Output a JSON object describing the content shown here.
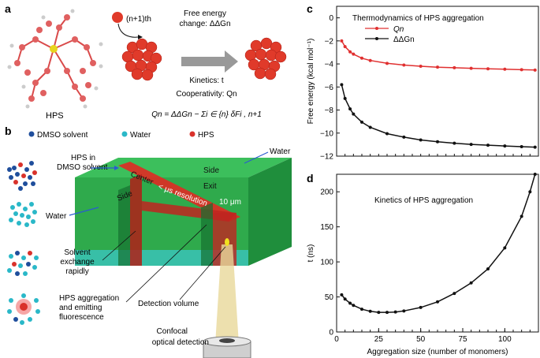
{
  "panels": {
    "a": {
      "letter": "a",
      "molecule_label": "HPS",
      "incoming_label": "(n+1)th",
      "free_energy_line1": "Free energy",
      "free_energy_line2": "change: ΔΔGn",
      "kinetics": "Kinetics: t",
      "cooperativity": "Cooperativity: Qn",
      "equation": "Qn = ΔΔGn − Σi ∈ {n} δFi , n+1"
    },
    "b": {
      "letter": "b",
      "legend": [
        {
          "label": "DMSO solvent",
          "color": "#1f4e9c"
        },
        {
          "label": "Water",
          "color": "#2ab8c8"
        },
        {
          "label": "HPS",
          "color": "#d9322b"
        }
      ],
      "labels": {
        "hps_in": "HPS in",
        "dmso_solvent": "DMSO solvent",
        "water_left": "Water",
        "water_top": "Water",
        "center": "Center",
        "side_top": "Side",
        "side_left": "Side",
        "exit": "Exit",
        "resolution": "< μs resolution",
        "width": "10 μm",
        "solvent_exchange": [
          "Solvent",
          "exchange",
          "rapidly"
        ],
        "aggregation": [
          "HPS aggregation",
          "and emitting",
          "fluorescence"
        ],
        "detection_volume": "Detection volume",
        "confocal": [
          "Confocal",
          "optical detection"
        ]
      }
    }
  },
  "chart_data": [
    {
      "type": "line",
      "panel": "c",
      "title": "Thermodynamics of HPS aggregation",
      "xlabel": "",
      "ylabel": "Free energy (kcal mol⁻¹)",
      "xlim": [
        0,
        120
      ],
      "ylim": [
        -12,
        1
      ],
      "yticks": [
        0,
        -2,
        -4,
        -6,
        -8,
        -10,
        -12
      ],
      "x": [
        3,
        5,
        8,
        10,
        15,
        20,
        30,
        40,
        50,
        60,
        70,
        80,
        90,
        100,
        110,
        118
      ],
      "series": [
        {
          "name": "Qn",
          "color": "#e03030",
          "values": [
            -2.0,
            -2.5,
            -2.95,
            -3.15,
            -3.5,
            -3.7,
            -3.95,
            -4.1,
            -4.2,
            -4.28,
            -4.33,
            -4.38,
            -4.42,
            -4.46,
            -4.5,
            -4.53
          ]
        },
        {
          "name": "ΔΔGn",
          "color": "#111111",
          "values": [
            -5.8,
            -7.0,
            -7.9,
            -8.35,
            -9.05,
            -9.5,
            -10.05,
            -10.35,
            -10.6,
            -10.75,
            -10.88,
            -10.98,
            -11.05,
            -11.12,
            -11.18,
            -11.22
          ]
        }
      ]
    },
    {
      "type": "line",
      "panel": "d",
      "title": "Kinetics of HPS aggregation",
      "xlabel": "Aggregation size (number of monomers)",
      "ylabel": "t (ns)",
      "xlim": [
        0,
        120
      ],
      "ylim": [
        0,
        225
      ],
      "xticks": [
        0,
        25,
        50,
        75,
        100
      ],
      "yticks": [
        0,
        50,
        100,
        150,
        200
      ],
      "x": [
        3,
        5,
        8,
        10,
        15,
        20,
        25,
        30,
        35,
        40,
        50,
        60,
        70,
        80,
        90,
        100,
        110,
        115,
        118
      ],
      "series": [
        {
          "name": "t",
          "color": "#111111",
          "values": [
            53,
            47,
            41,
            38,
            32.5,
            29.5,
            28,
            28,
            28.5,
            30,
            35,
            43,
            55,
            70,
            90,
            120,
            165,
            200,
            225
          ]
        }
      ]
    }
  ]
}
